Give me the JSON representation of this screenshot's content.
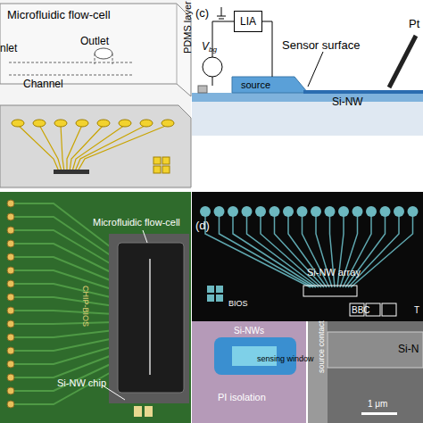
{
  "diagram": {
    "nodes": [
      {
        "text": [
          "LIA"
        ]
      }
    ],
    "labels": [
      "Microfluidic flow-cell",
      "nlet",
      "Outlet",
      "Channel",
      "PDMS layer",
      "(c)",
      "V",
      "bg",
      "Sensor surface",
      "source",
      "Si-NW",
      "Pt",
      "Microfluidic flow-cell",
      "CHIP-BIOS",
      "Si-NW chip",
      "(d)",
      "Si-NW array",
      "BIOS",
      "BBC",
      "T",
      "Si-NWs",
      "sensing window",
      "PI isolation",
      "source contact",
      "Si-N",
      "1 μm"
    ]
  }
}
